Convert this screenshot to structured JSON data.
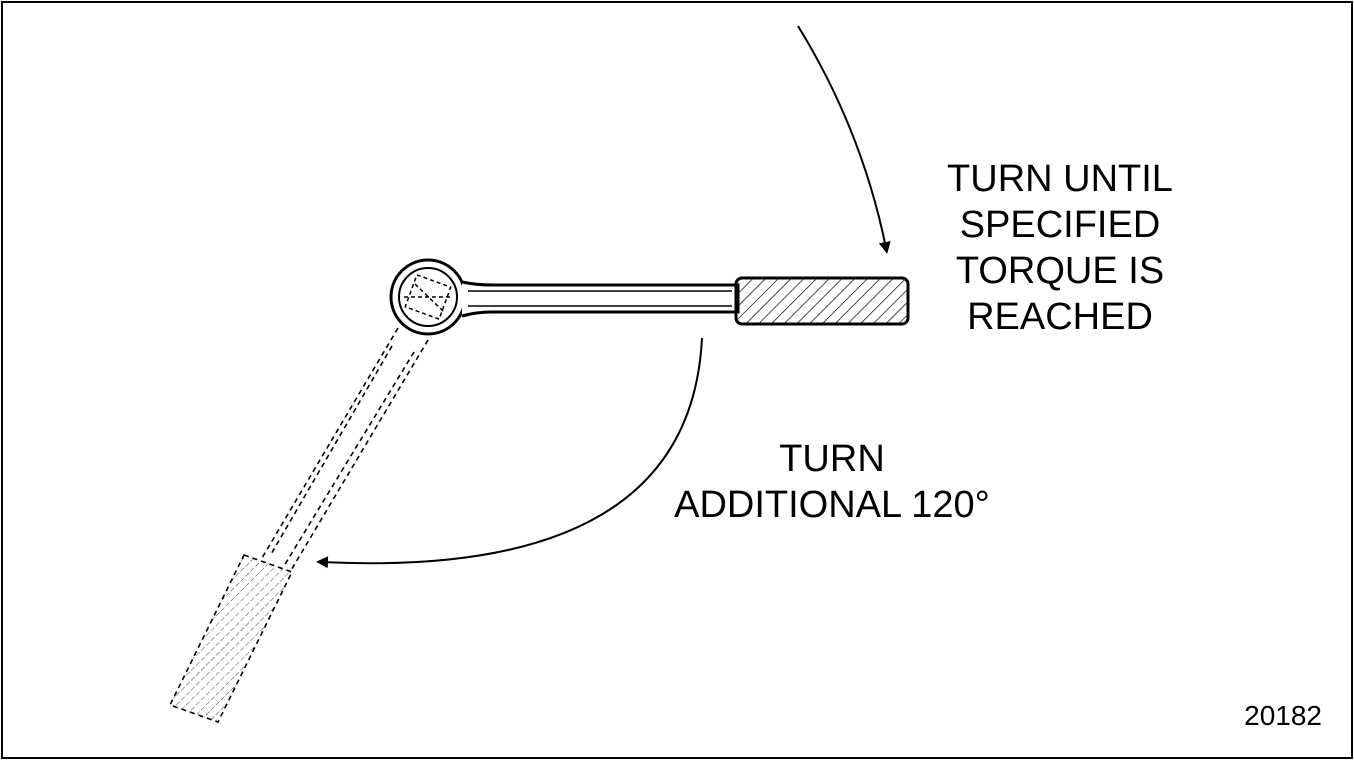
{
  "labels": {
    "torque": [
      "TURN UNTIL",
      "SPECIFIED",
      "TORQUE IS",
      "REACHED"
    ],
    "additional": [
      "TURN",
      "ADDITIONAL 120°"
    ]
  },
  "figure_number": "20182",
  "colors": {
    "line": "#000000",
    "background": "#ffffff"
  },
  "icons": {
    "wrench": "ratchet-wrench-icon",
    "ghost_wrench": "ratchet-wrench-final-position-icon"
  }
}
